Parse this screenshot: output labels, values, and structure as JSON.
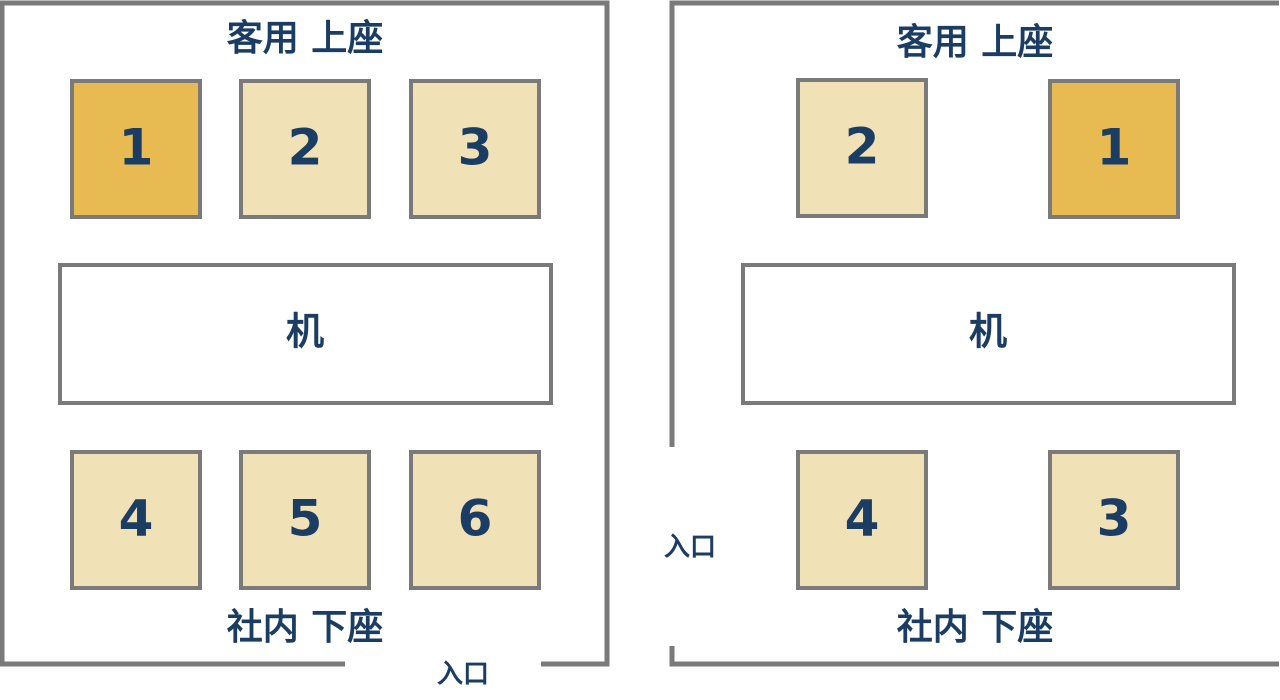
{
  "colors": {
    "seat_top": "#e8bb52",
    "seat_other": "#f0e2b6",
    "wall": "#7a7a7a",
    "text": "#1b3d63"
  },
  "rooms": [
    {
      "top_label": "客用 上座",
      "bottom_label": "社内 下座",
      "table_label": "机",
      "entrance_label": "入口",
      "seats": [
        {
          "number": "1",
          "highlight": true
        },
        {
          "number": "2",
          "highlight": false
        },
        {
          "number": "3",
          "highlight": false
        },
        {
          "number": "4",
          "highlight": false
        },
        {
          "number": "5",
          "highlight": false
        },
        {
          "number": "6",
          "highlight": false
        }
      ]
    },
    {
      "top_label": "客用 上座",
      "bottom_label": "社内 下座",
      "table_label": "机",
      "entrance_label": "入口",
      "seats": [
        {
          "number": "2",
          "highlight": false
        },
        {
          "number": "1",
          "highlight": true
        },
        {
          "number": "4",
          "highlight": false
        },
        {
          "number": "3",
          "highlight": false
        }
      ]
    }
  ]
}
